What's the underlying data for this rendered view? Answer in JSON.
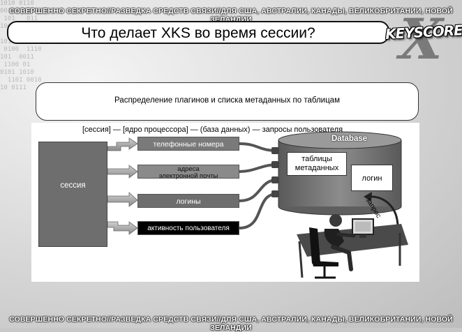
{
  "classification": {
    "top": "СОВЕРШЕННО СЕКРЕТНО//РАЗВЕДКА СРЕДСТВ СВЯЗИ//ДЛЯ США, АВСТРАЛИИ, КАНАДЫ, ВЕЛИКОБРИТАНИИ, НОВОЙ ЗЕЛАНДИИ",
    "bottom": "СОВЕРШЕННО СЕКРЕТНО//РАЗВЕДКА СРЕДСТВ СВЯЗИ//ДЛЯ США, АВСТРАЛИИ, КАНАДЫ, ВЕЛИКОБРИТАНИИ, НОВОЙ ЗЕЛАНДИИ"
  },
  "slide": {
    "title": "Что делает XKS во время сессии?",
    "logo_text": "KEYSCORE",
    "subtitle": "Распределение плагинов и списка метаданных по таблицам"
  },
  "diagram": {
    "flow_label": "[сессия] — [ядро процессора] — (база данных) — запросы пользователя",
    "session": "сессия",
    "plugins": [
      {
        "id": "phone",
        "label": "телефонные номера"
      },
      {
        "id": "email",
        "label_line1": "адреса",
        "label_line2": "электронной почты"
      },
      {
        "id": "logins",
        "label": "логины"
      },
      {
        "id": "activity",
        "label": "активность пользователя"
      }
    ],
    "database": {
      "title": "Database",
      "meta_line1": "таблицы",
      "meta_line2": "метаданных",
      "login_table": "логин"
    },
    "request_label": "запрос"
  },
  "colors": {
    "background": "#c9c9c9",
    "session_fill": "#6e6e6e",
    "db_fill": "#6a6a6a",
    "arrow_fill": "#9a9a9a",
    "activity_fill": "#000000"
  }
}
